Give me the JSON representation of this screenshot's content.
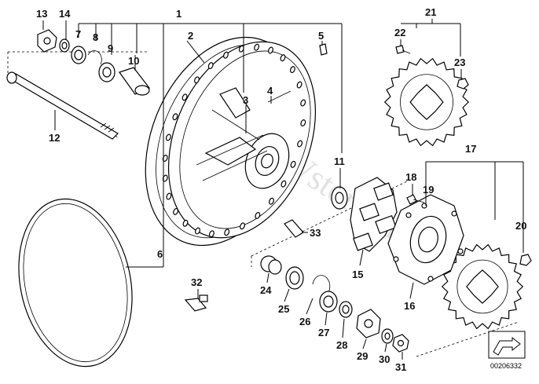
{
  "callouts": {
    "c1": "1",
    "c2": "2",
    "c3": "3",
    "c4": "4",
    "c5": "5",
    "c6": "6",
    "c7": "7",
    "c8": "8",
    "c9": "9",
    "c10": "10",
    "c11": "11",
    "c12": "12",
    "c13": "13",
    "c14": "14",
    "c15": "15",
    "c16": "16",
    "c17": "17",
    "c18": "18",
    "c19": "19",
    "c20": "20",
    "c21": "21",
    "c22": "22",
    "c23": "23",
    "c24": "24",
    "c25": "25",
    "c26": "26",
    "c27": "27",
    "c28": "28",
    "c29": "29",
    "c30": "30",
    "c31": "31",
    "c32": "32",
    "c33": "33"
  },
  "watermark": "www.BMWstore.pl",
  "drawing_number": "00206332"
}
